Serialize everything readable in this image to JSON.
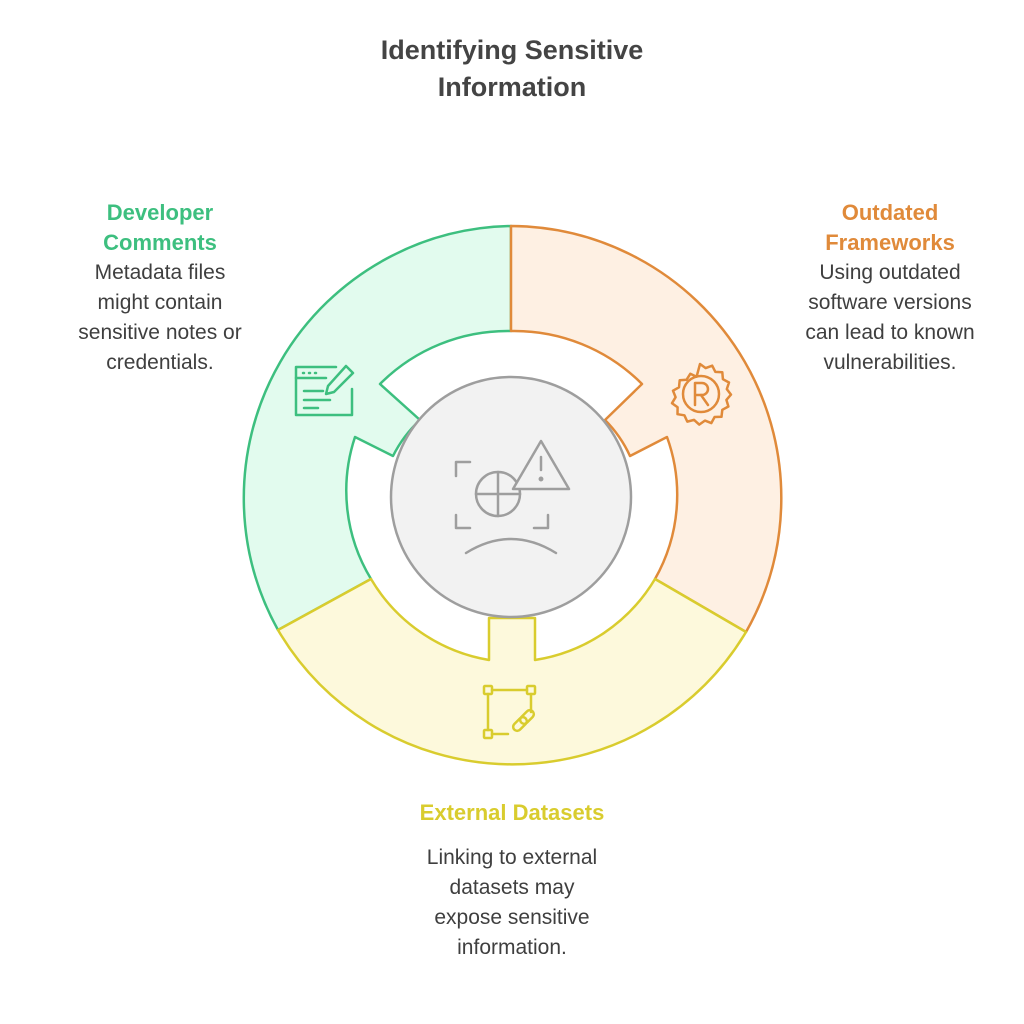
{
  "title": {
    "line1": "Identifying Sensitive",
    "line2": "Information"
  },
  "colors": {
    "green": "#3dbf7f",
    "green_fill": "#e2fbee",
    "orange": "#e08a3a",
    "orange_fill": "#fef0e3",
    "yellow": "#d9cc2e",
    "yellow_fill": "#fdf9dc",
    "center_fill": "#f2f2f2",
    "center_stroke": "#9e9e9e"
  },
  "sections": {
    "developer": {
      "heading1": "Developer",
      "heading2": "Comments",
      "desc": [
        "Metadata files",
        "might contain",
        "sensitive notes or",
        "credentials."
      ],
      "icon": "code-edit-icon"
    },
    "outdated": {
      "heading1": "Outdated",
      "heading2": "Frameworks",
      "desc": [
        "Using outdated",
        "software versions",
        "can lead to known",
        "vulnerabilities."
      ],
      "icon": "registered-gear-icon"
    },
    "external": {
      "heading": "External Datasets",
      "desc": [
        "Linking to external",
        "datasets may",
        "expose sensitive",
        "information."
      ],
      "icon": "linked-nodes-icon"
    }
  },
  "center": {
    "icon": "sensitive-data-warning-icon"
  }
}
